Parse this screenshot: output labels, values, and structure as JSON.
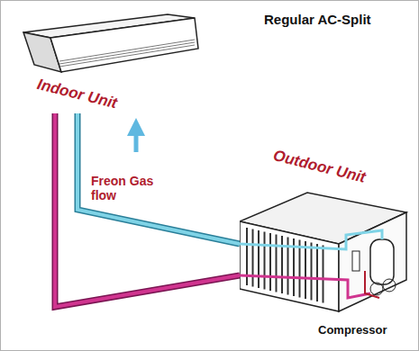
{
  "diagram": {
    "title": "Regular AC-Split",
    "nodes": [
      {
        "text": [
          "Indoor Unit"
        ]
      },
      {
        "text": [
          "Outdoor Unit"
        ]
      }
    ],
    "edges": [
      {
        "from": 0,
        "to": 1,
        "arrow": "none"
      },
      {
        "from": 0,
        "to": 1,
        "arrow": "none"
      }
    ],
    "labels": [
      "Freon Gas flow",
      "Compressor"
    ]
  }
}
